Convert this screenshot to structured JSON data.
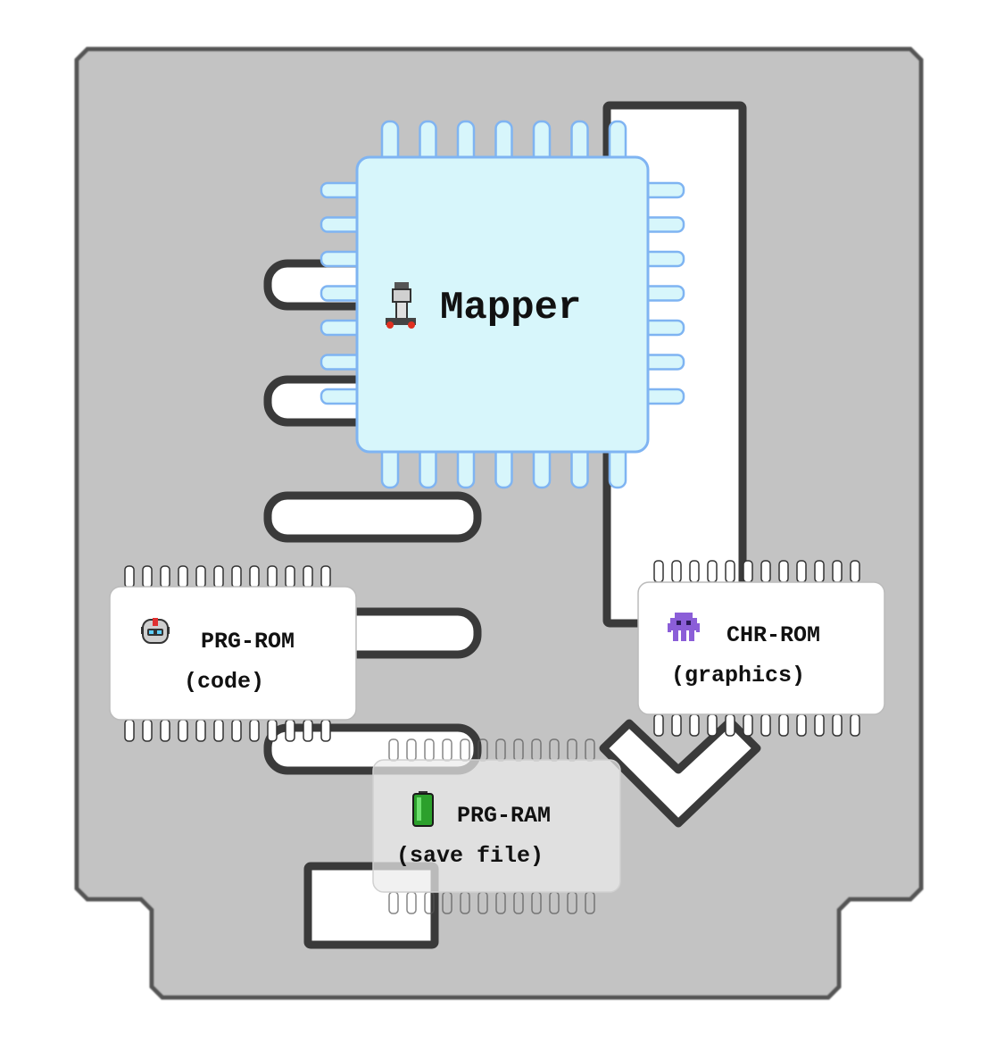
{
  "mapper": {
    "icon": "mapper-character-icon",
    "label": "Mapper",
    "color": "#d7f6fb",
    "outline": "#7fb4f2"
  },
  "chips": {
    "prg_rom": {
      "icon": "robot-icon",
      "line1": "PRG-ROM",
      "line2": "(code)"
    },
    "chr_rom": {
      "icon": "space-invader-icon",
      "line1": "CHR-ROM",
      "line2": "(graphics)"
    },
    "prg_ram": {
      "icon": "battery-icon",
      "line1": "PRG-RAM",
      "line2": "(save file)"
    }
  },
  "colors": {
    "cartridge": "#c3c3c3",
    "outline": "#555555",
    "slot": "#ffffff"
  }
}
